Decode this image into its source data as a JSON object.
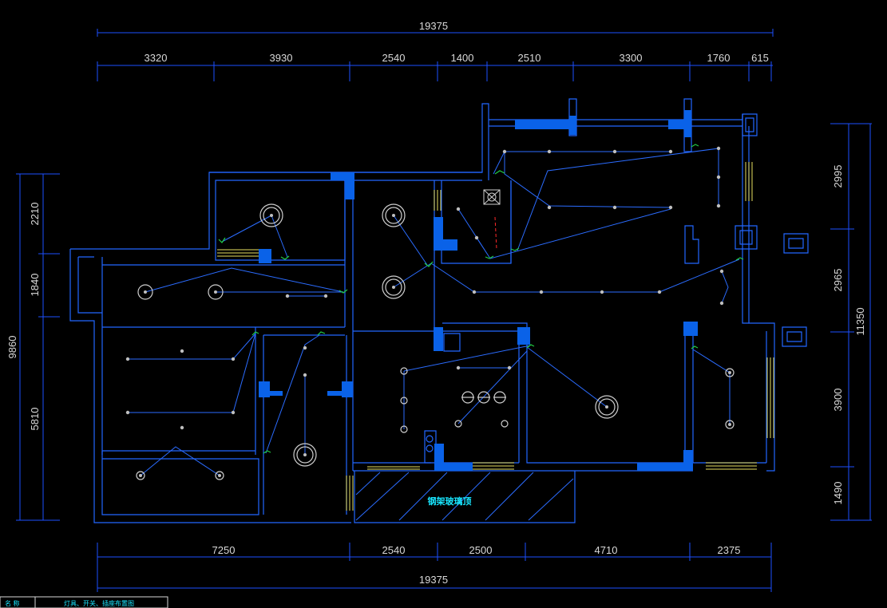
{
  "drawing": {
    "balcony_label": "钢架玻璃顶",
    "title_block": {
      "name_label": "名 称",
      "name_value": "灯具、开关、插座布置图"
    }
  },
  "dimensions": {
    "top_total": "19375",
    "top_segments": [
      "3320",
      "3930",
      "2540",
      "1400",
      "2510",
      "3300",
      "1760",
      "615"
    ],
    "bottom_segments": [
      "7250",
      "2540",
      "2500",
      "4710",
      "2375"
    ],
    "bottom_total": "19375",
    "left_total": "9860",
    "left_segments": [
      "2210",
      "1840",
      "5810"
    ],
    "right_total": "11350",
    "right_segments": [
      "2995",
      "2965",
      "3900",
      "1490"
    ]
  },
  "colors": {
    "wall": "#2266ff",
    "column": "#0a62e8",
    "wire": "#2b6cff",
    "window": "#e8e060",
    "switch": "#22cc44",
    "text": "#d9d9d9",
    "label": "#18e6ff"
  }
}
